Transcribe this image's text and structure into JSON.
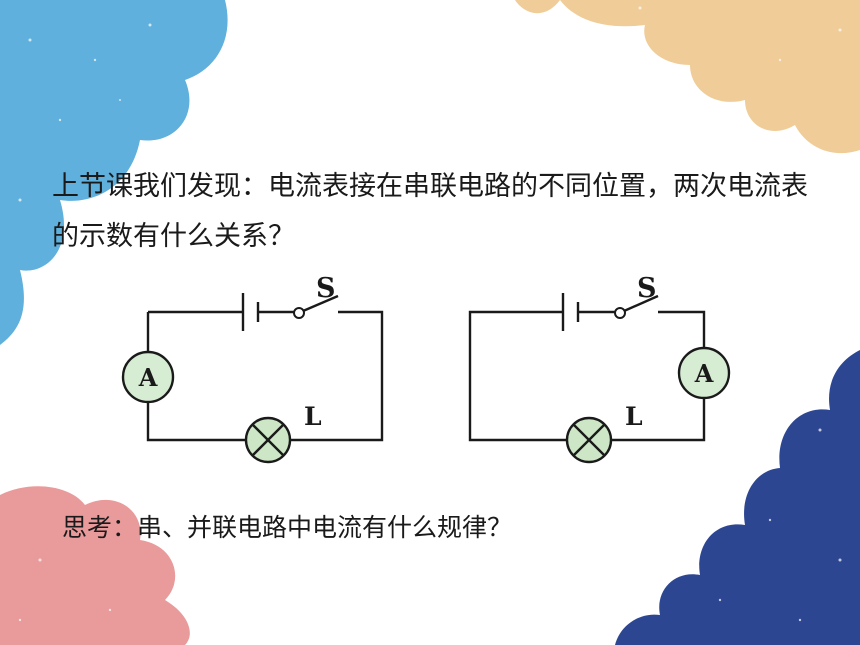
{
  "question_1": "上节课我们发现：电流表接在串联电路的不同位置，两次电流表的示数有什么关系？",
  "question_2": "思考：串、并联电路中电流有什么规律？",
  "circuit_left": {
    "switch_label": "S",
    "lamp_label": "L",
    "ammeter_label": "A"
  },
  "circuit_right": {
    "switch_label": "S",
    "lamp_label": "L",
    "ammeter_label": "A"
  },
  "colors": {
    "blob_blue": "#5fb0dc",
    "blob_peach": "#f0cc98",
    "blob_pink": "#e99a9a",
    "blob_navy": "#2d4691",
    "ammeter_fill": "#d6ecd3",
    "lamp_fill": "#cde7c6",
    "wire": "#1a1a1a"
  }
}
